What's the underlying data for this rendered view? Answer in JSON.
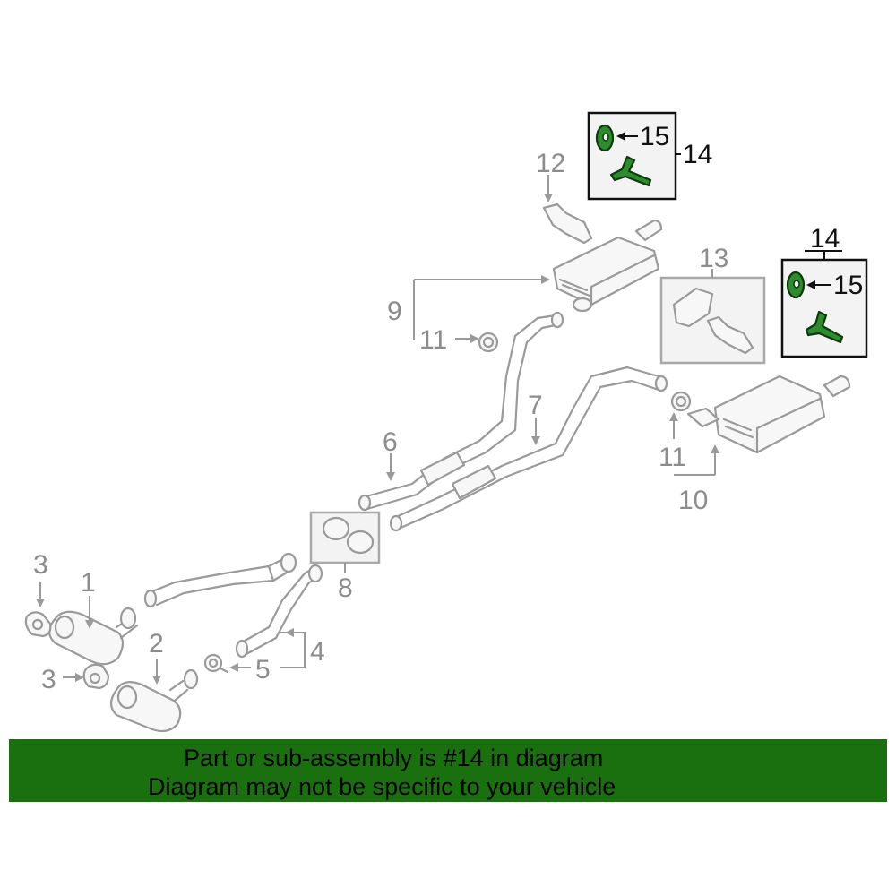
{
  "diagram": {
    "subject": "exhaust system parts diagram",
    "highlighted_part": "14",
    "highlight_color": "#2e8b2e",
    "banner_color": "#1a700f",
    "callouts": {
      "c1": "1",
      "c2": "2",
      "c3a": "3",
      "c3b": "3",
      "c4": "4",
      "c5": "5",
      "c6": "6",
      "c7": "7",
      "c8": "8",
      "c9": "9",
      "c10": "10",
      "c11a": "11",
      "c11b": "11",
      "c12": "12",
      "c13": "13",
      "c14a": "14",
      "c14b": "14",
      "c15a": "15",
      "c15b": "15"
    }
  },
  "banner": {
    "line1": "Part or sub-assembly is #14 in diagram",
    "line2": "Diagram may not be specific to your vehicle"
  }
}
